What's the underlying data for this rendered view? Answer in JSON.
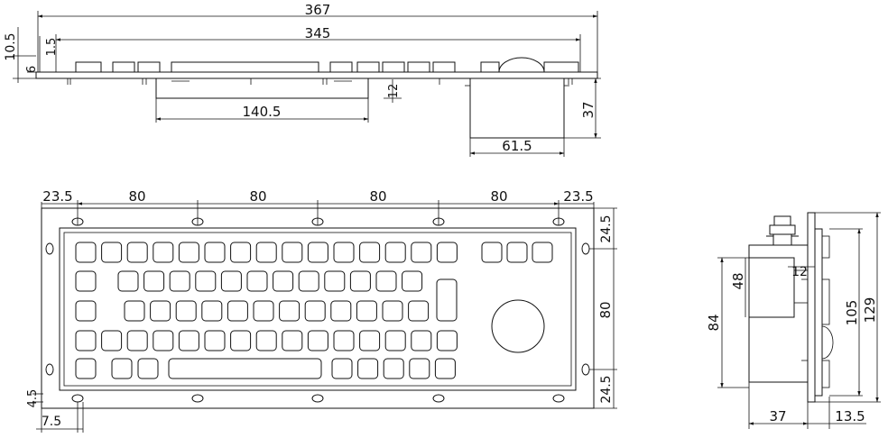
{
  "top_view": {
    "overall_width": "367",
    "panel_width": "345",
    "thickness": "10.5",
    "edge": "1.5",
    "plate": "6",
    "depth_offset": "12",
    "pcb_width": "140.5",
    "trackball_height": "37",
    "trackball_width": "61.5"
  },
  "front_view": {
    "edge_left": "23.5",
    "edge_right": "23.5",
    "spacings": [
      "80",
      "80",
      "80",
      "80"
    ],
    "right_top": "24.5",
    "right_mid": "80",
    "right_bottom": "24.5",
    "hole_edge": "4.5",
    "hole_x": "7.5"
  },
  "side_view": {
    "inner_height": "48",
    "offset": "12",
    "body_height": "84",
    "panel_inner": "105",
    "panel_height": "129",
    "depth": "37",
    "plate_depth": "13.5"
  }
}
